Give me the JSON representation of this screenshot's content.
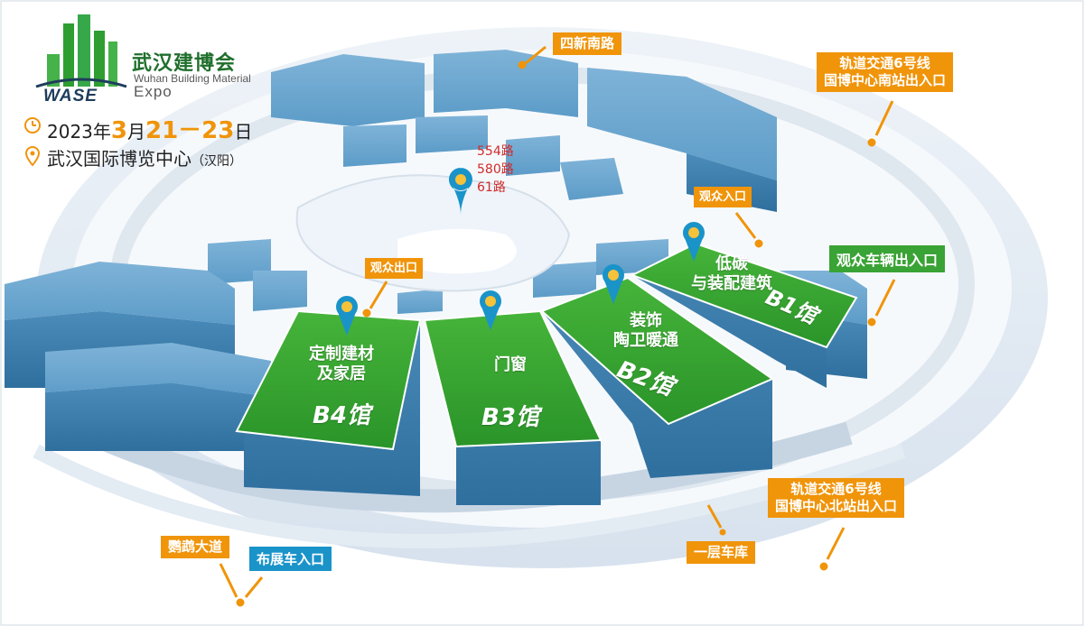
{
  "header": {
    "logo_cn": "武汉建博会",
    "logo_en_line1": "Wuhan Building Material",
    "logo_en_line2": "Expo",
    "logo_abbr": "WASE",
    "date_prefix": "2023年",
    "date_month": "3",
    "date_month_suffix": "月",
    "date_days": "21－23",
    "date_day_suffix": "日",
    "venue": "武汉国际博览中心",
    "venue_district": "（汉阳）"
  },
  "roads": {
    "sixin_south_road": "四新南路",
    "yingwu_avenue": "鹦鹉大道"
  },
  "metro": {
    "south_exit_line1": "轨道交通6号线",
    "south_exit_line2": "国博中心南站出入口",
    "north_exit_line1": "轨道交通6号线",
    "north_exit_line2": "国博中心北站出入口"
  },
  "bus": {
    "lines": [
      "554路",
      "580路",
      "61路"
    ]
  },
  "entrances": {
    "visitor_entrance": "观众入口",
    "visitor_exit": "观众出口",
    "visitor_vehicle": "观众车辆出入口",
    "exhibitor_vehicle": "布展车入口",
    "underground_garage": "一层车库"
  },
  "halls": [
    {
      "name": "B4馆",
      "desc_line1": "定制建材",
      "desc_line2": "及家居"
    },
    {
      "name": "B3馆",
      "desc_line1": "门窗",
      "desc_line2": ""
    },
    {
      "name": "B2馆",
      "desc_line1": "装饰",
      "desc_line2": "陶卫暖通"
    },
    {
      "name": "B1馆",
      "desc_line1": "低碳",
      "desc_line2": "与装配建筑"
    }
  ],
  "colors": {
    "hall_green": "#2e9e31",
    "building_blue": "#4a8fbf",
    "accent_orange": "#f0940a",
    "bus_red": "#d12a2a",
    "exhibitor_blue": "#1a93c9"
  }
}
